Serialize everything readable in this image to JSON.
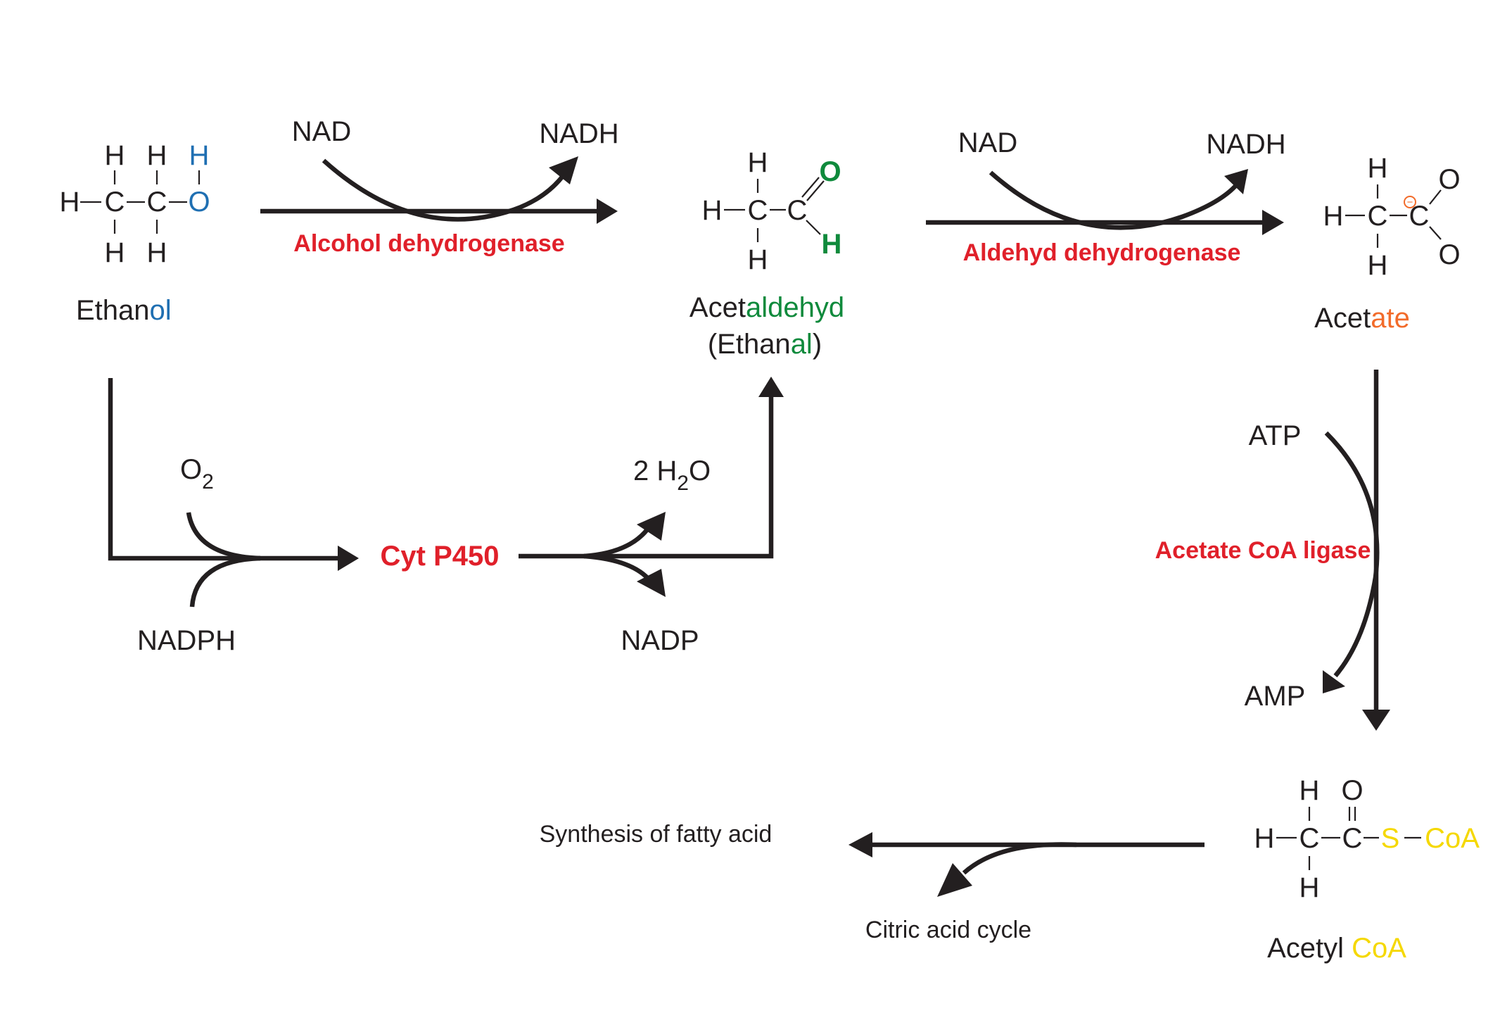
{
  "colors": {
    "text": "#231f20",
    "enzyme": "#e0202a",
    "hydroxyl": "#1f6fb2",
    "aldehyde": "#0f8a3c",
    "acetate": "#f26b2a",
    "coa": "#f5d800"
  },
  "ethanol": {
    "name_main": "Ethan",
    "name_suffix": "ol",
    "atom_H": "H",
    "atom_C": "C",
    "atom_O": "O"
  },
  "step1": {
    "cofactor_in": "NAD",
    "cofactor_out": "NADH",
    "enzyme": "Alcohol dehydrogenase"
  },
  "acetaldehyde": {
    "name_main": "Acet",
    "name_suffix": "aldehyd",
    "alt_open": "(Ethan",
    "alt_suffix": "al",
    "alt_close": ")",
    "atom_H": "H",
    "atom_C": "C",
    "atom_O": "O"
  },
  "step2": {
    "cofactor_in": "NAD",
    "cofactor_out": "NADH",
    "enzyme": "Aldehyd dehydrogenase"
  },
  "acetate": {
    "name_main": "Acet",
    "name_suffix": "ate",
    "atom_H": "H",
    "atom_C": "C",
    "atom_O": "O",
    "charge": "−"
  },
  "meos": {
    "o2_main": "O",
    "o2_sub": "2",
    "nadph": "NADPH",
    "enzyme": "Cyt P450",
    "water_main": "2 H",
    "water_sub": "2",
    "water_end": "O",
    "nadp": "NADP"
  },
  "step3": {
    "cofactor_in": "ATP",
    "cofactor_out": "AMP",
    "enzyme": "Acetate CoA ligase"
  },
  "acetyl_coa": {
    "name_main": "Acetyl ",
    "name_suffix": "CoA",
    "atom_H": "H",
    "atom_C": "C",
    "atom_O": "O",
    "atom_S": "S",
    "coa": "CoA"
  },
  "outputs": {
    "fatty_acid": "Synthesis of fatty acid",
    "citric": "Citric acid cycle"
  }
}
